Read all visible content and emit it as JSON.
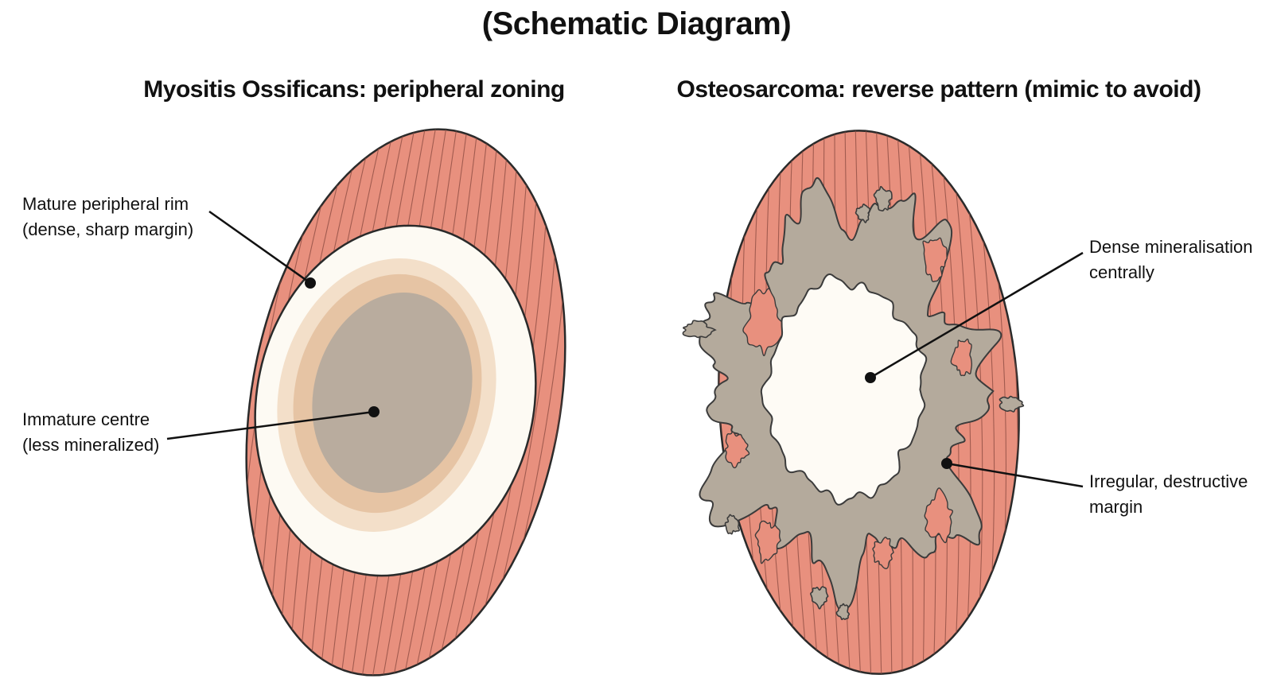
{
  "header": {
    "title": "(Schematic Diagram)"
  },
  "left_panel": {
    "title": "Myositis Ossificans: peripheral zoning",
    "callouts": {
      "rim": {
        "line1": "Mature peripheral rim",
        "line2": "(dense, sharp margin)"
      },
      "centre": {
        "line1": "Immature centre",
        "line2": "(less mineralized)"
      }
    }
  },
  "right_panel": {
    "title": "Osteosarcoma: reverse pattern (mimic to avoid)",
    "callouts": {
      "dense": {
        "line1": "Dense mineralisation",
        "line2": "centrally"
      },
      "margin": {
        "line1": "Irregular, destructive",
        "line2": "margin"
      }
    }
  },
  "colors": {
    "muscle": "#e8907e",
    "muscle_outline": "#2a2a2a",
    "fiber": "#8a4a40",
    "rim": "#fdfaf3",
    "zone_outer": "#f3dfc9",
    "zone_mid": "#e6c4a4",
    "zone_centre": "#b9ac9e",
    "tumour_mass": "#b4aa9c",
    "tumour_core": "#fefbf5"
  }
}
